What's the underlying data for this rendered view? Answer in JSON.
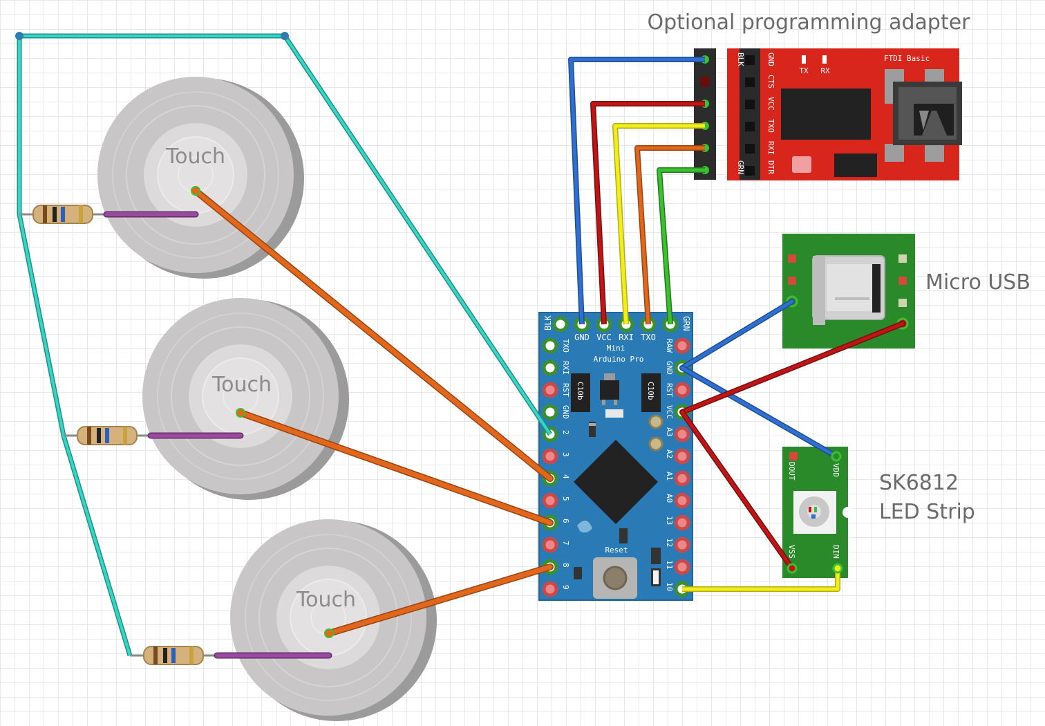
{
  "labels": {
    "programming_adapter": "Optional programming adapter",
    "micro_usb": "Micro USB",
    "led_strip_line1": "SK6812",
    "led_strip_line2": "LED Strip"
  },
  "touch_pads": [
    "Touch",
    "Touch",
    "Touch"
  ],
  "arduino": {
    "name_line1": "Mini",
    "name_line2": "Arduino Pro",
    "reset_label": "Reset",
    "chip_label": "C10b",
    "top_pins": [
      "BLK",
      "GND",
      "VCC",
      "RXI",
      "TXO",
      "GRN"
    ],
    "left_pins": [
      "TXO",
      "RXI",
      "RST",
      "GND",
      "2",
      "3",
      "4",
      "5",
      "6",
      "7",
      "8",
      "9"
    ],
    "right_pins": [
      "RAW",
      "GND",
      "RST",
      "VCC",
      "A3",
      "A2",
      "A1",
      "A0",
      "13",
      "12",
      "11",
      "10"
    ]
  },
  "ftdi": {
    "title": "FTDI Basic",
    "tx_label": "TX",
    "rx_label": "RX",
    "pins": [
      "BLK",
      "CTS",
      "VCC",
      "TXO",
      "RXI",
      "DTR"
    ],
    "gnd_top": "GND",
    "grn_bottom": "GRN"
  },
  "led_pcb": {
    "dout": "DOUT",
    "vdd": "VDD",
    "vss": "VSS",
    "din": "DIN"
  },
  "colors": {
    "wire_cyan": "#35d6c4",
    "wire_orange": "#e0671b",
    "wire_purple": "#9a4aa0",
    "wire_blue": "#2f6fcf",
    "wire_red": "#c01515",
    "wire_yellow": "#f1ee1c",
    "wire_green": "#3cc02f",
    "arduino_board": "#2a7bb5",
    "ftdi_board": "#d8261c",
    "usb_board": "#2a8a2a"
  }
}
